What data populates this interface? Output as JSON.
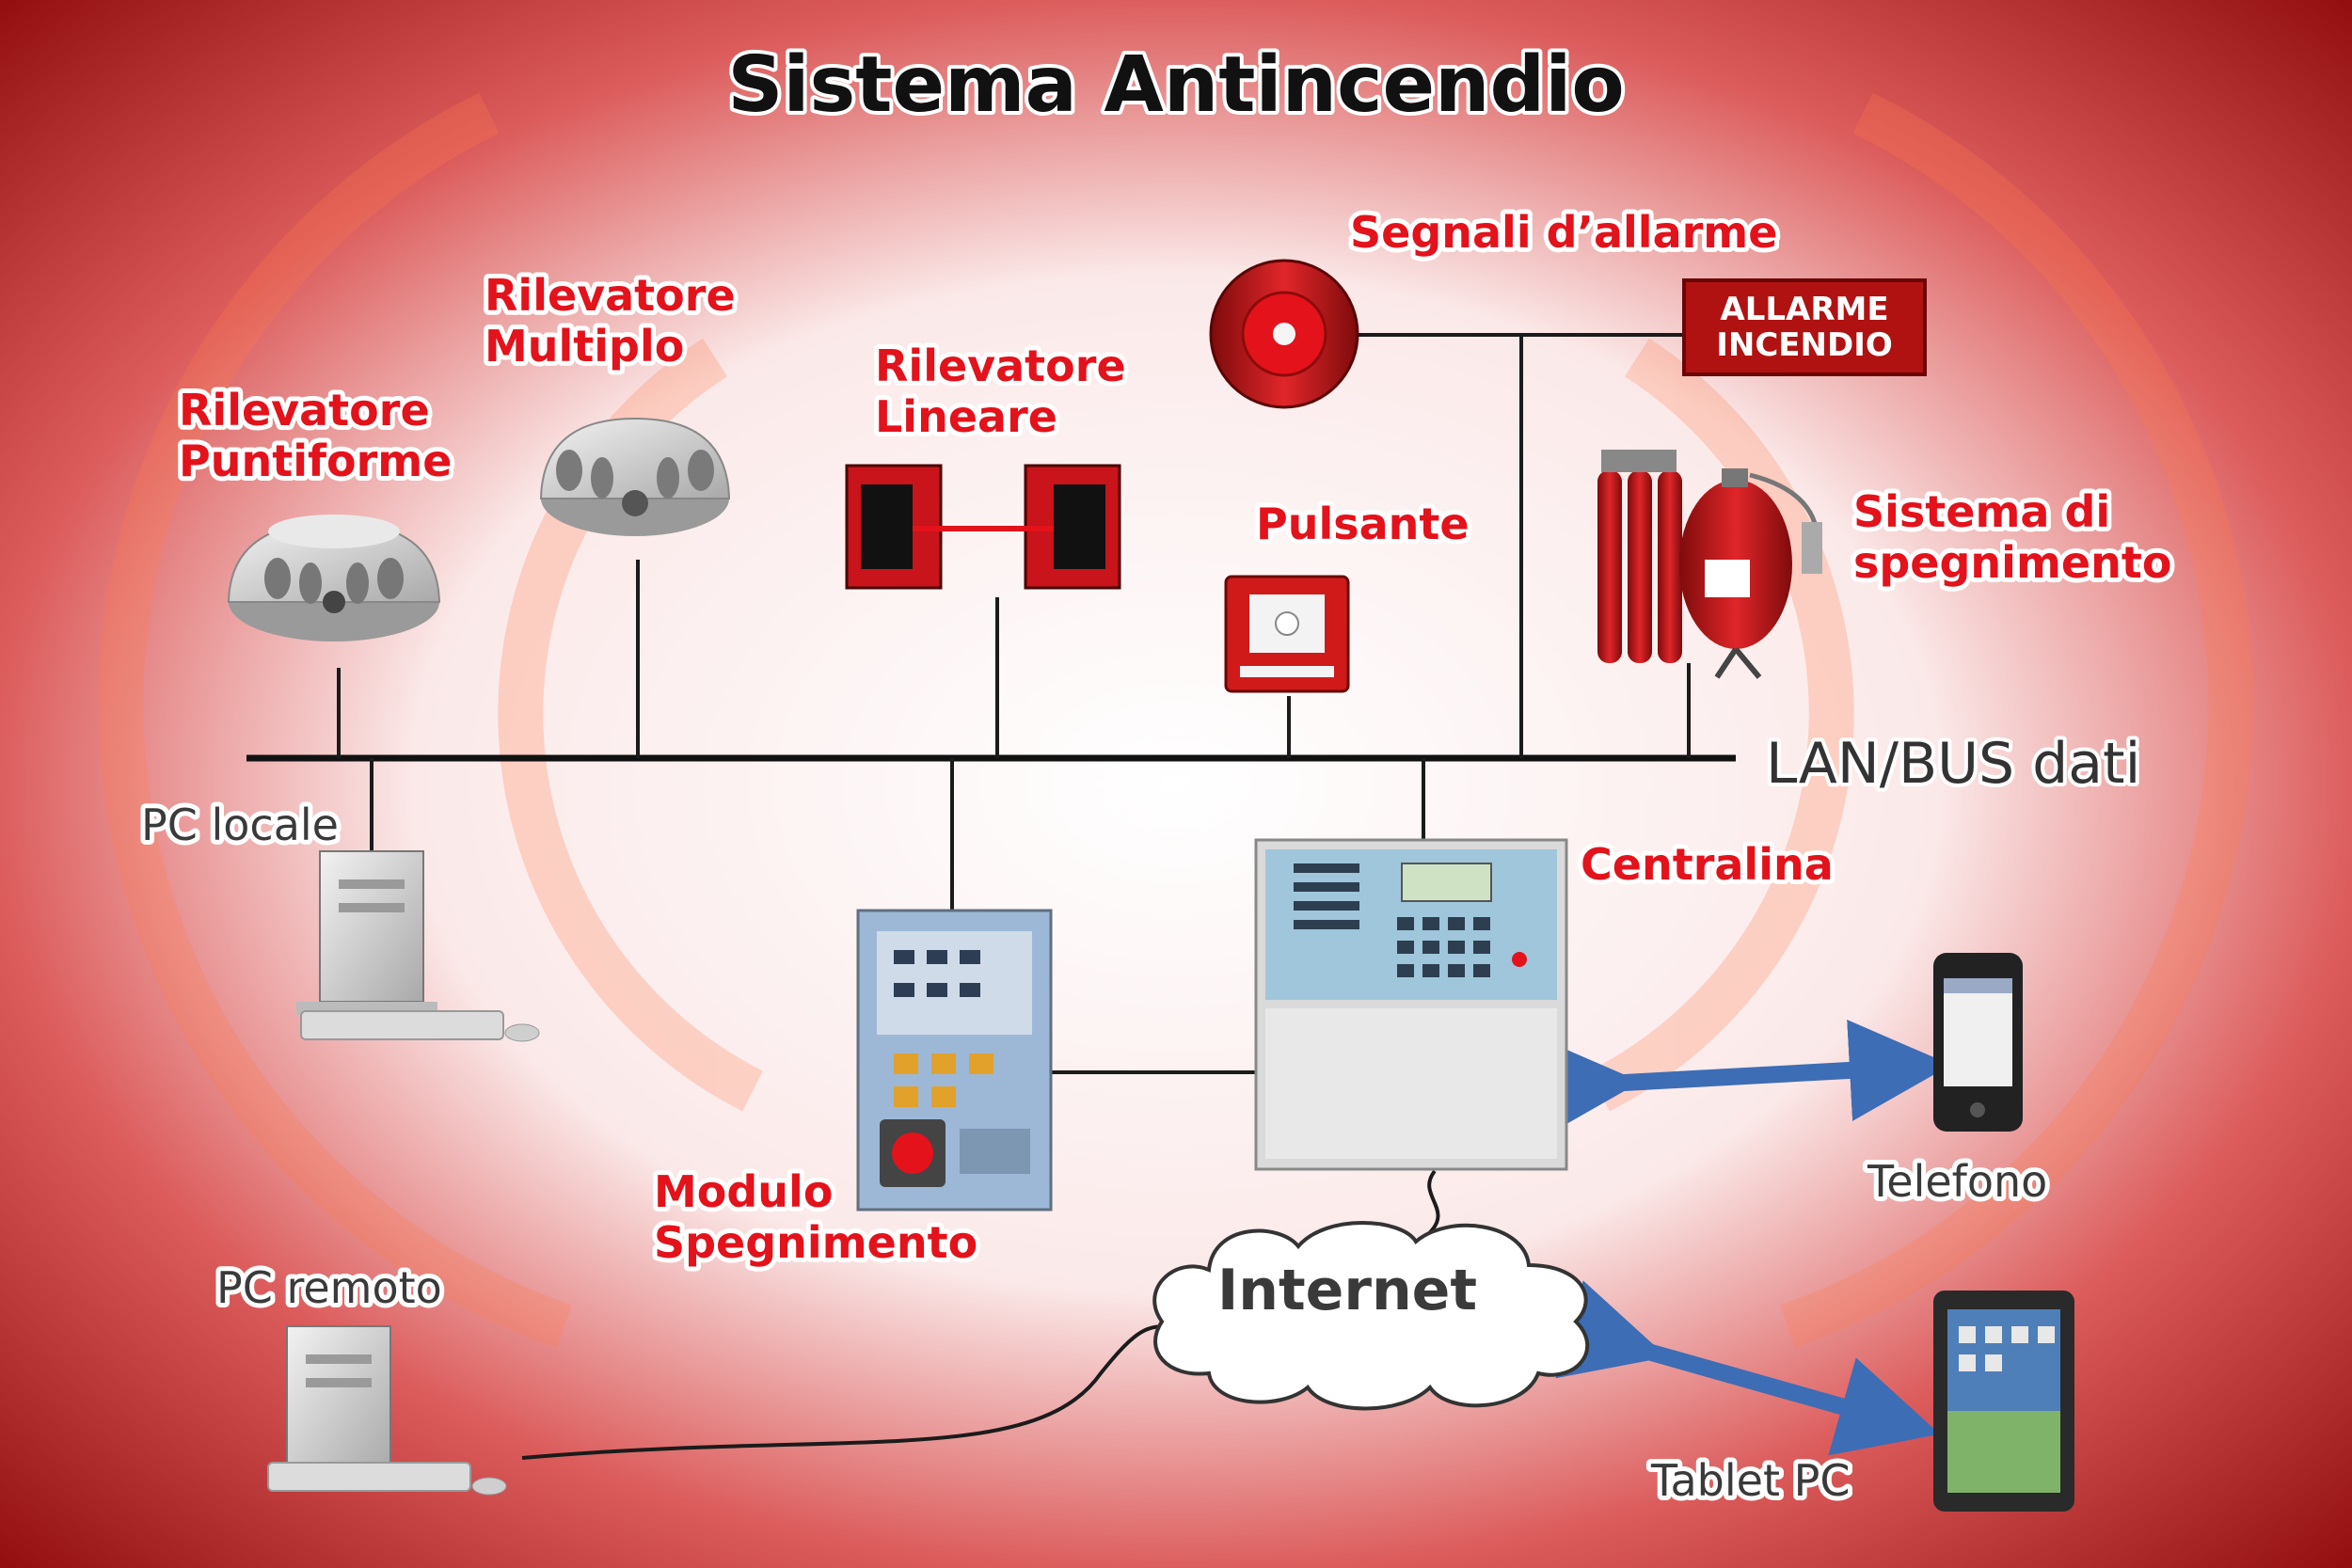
{
  "title": "Sistema Antincendio",
  "bus_label": "LAN/BUS dati",
  "sign_text": {
    "line1": "ALLARME",
    "line2": "INCENDIO"
  },
  "cloud_label": "Internet",
  "labels": {
    "punctiform": {
      "line1": "Rilevatore",
      "line2": "Puntiforme"
    },
    "multiple": {
      "line1": "Rilevatore",
      "line2": "Multiplo"
    },
    "linear": {
      "line1": "Rilevatore",
      "line2": "Lineare"
    },
    "alarm_signals": "Segnali d’allarme",
    "button": "Pulsante",
    "extinguishing_system": {
      "line1": "Sistema di",
      "line2": "spegnimento"
    },
    "local_pc": "PC locale",
    "control_unit": "Centralina",
    "extinguishing_module": {
      "line1": "Modulo",
      "line2": "Spegnimento"
    },
    "remote_pc": "PC remoto",
    "phone": "Telefono",
    "tablet": "Tablet PC"
  },
  "colors": {
    "background_edge": "#8e0a0a",
    "background_center": "#ffffff",
    "label_red": "#e3121b",
    "arrow_blue": "#3d6db5",
    "device_red": "#c8141a"
  },
  "icons": [
    "smoke-detector-icon",
    "multi-detector-icon",
    "beam-detector-icon",
    "fire-bell-icon",
    "alarm-sign-icon",
    "manual-call-point-icon",
    "gas-cylinders-icon",
    "desktop-pc-icon",
    "control-panel-icon",
    "extinguishing-module-icon",
    "smartphone-icon",
    "cloud-icon",
    "tablet-icon"
  ]
}
